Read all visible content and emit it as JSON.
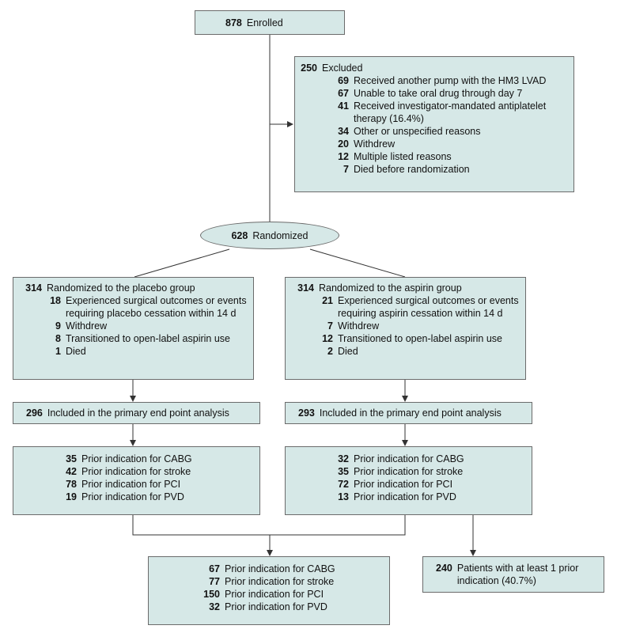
{
  "enrolled": {
    "count": "878",
    "label": "Enrolled"
  },
  "excluded": {
    "count": "250",
    "label": "Excluded",
    "items": [
      {
        "count": "69",
        "label": "Received another pump with the HM3 LVAD"
      },
      {
        "count": "67",
        "label": "Unable to take oral drug through day 7"
      },
      {
        "count": "41",
        "label": "Received investigator-mandated antiplatelet therapy (16.4%)"
      },
      {
        "count": "34",
        "label": "Other or unspecified reasons"
      },
      {
        "count": "20",
        "label": "Withdrew"
      },
      {
        "count": "12",
        "label": "Multiple listed reasons"
      },
      {
        "count": "7",
        "label": "Died before randomization"
      }
    ]
  },
  "randomized": {
    "count": "628",
    "label": "Randomized"
  },
  "placebo": {
    "count": "314",
    "label": "Randomized to the placebo group",
    "items": [
      {
        "count": "18",
        "label": "Experienced surgical outcomes or events requiring placebo cessation within 14 d"
      },
      {
        "count": "9",
        "label": "Withdrew"
      },
      {
        "count": "8",
        "label": "Transitioned to open-label aspirin use"
      },
      {
        "count": "1",
        "label": "Died"
      }
    ]
  },
  "aspirin": {
    "count": "314",
    "label": "Randomized to the aspirin group",
    "items": [
      {
        "count": "21",
        "label": "Experienced surgical outcomes or events requiring aspirin cessation within 14 d"
      },
      {
        "count": "7",
        "label": "Withdrew"
      },
      {
        "count": "12",
        "label": "Transitioned to open-label aspirin use"
      },
      {
        "count": "2",
        "label": "Died"
      }
    ]
  },
  "placebo_analysis": {
    "count": "296",
    "label": "Included in the primary end point analysis"
  },
  "aspirin_analysis": {
    "count": "293",
    "label": "Included in the primary end point analysis"
  },
  "placebo_indications": [
    {
      "count": "35",
      "label": "Prior indication for CABG"
    },
    {
      "count": "42",
      "label": "Prior indication for stroke"
    },
    {
      "count": "78",
      "label": "Prior indication for PCI"
    },
    {
      "count": "19",
      "label": "Prior indication for PVD"
    }
  ],
  "aspirin_indications": [
    {
      "count": "32",
      "label": "Prior indication for CABG"
    },
    {
      "count": "35",
      "label": "Prior indication for stroke"
    },
    {
      "count": "72",
      "label": "Prior indication for PCI"
    },
    {
      "count": "13",
      "label": "Prior indication for PVD"
    }
  ],
  "total_indications": [
    {
      "count": "67",
      "label": "Prior indication for CABG"
    },
    {
      "count": "77",
      "label": "Prior indication for stroke"
    },
    {
      "count": "150",
      "label": "Prior indication for PCI"
    },
    {
      "count": "32",
      "label": "Prior indication for PVD"
    }
  ],
  "at_least_one": {
    "count": "240",
    "label": "Patients with at least 1 prior indication (40.7%)"
  }
}
